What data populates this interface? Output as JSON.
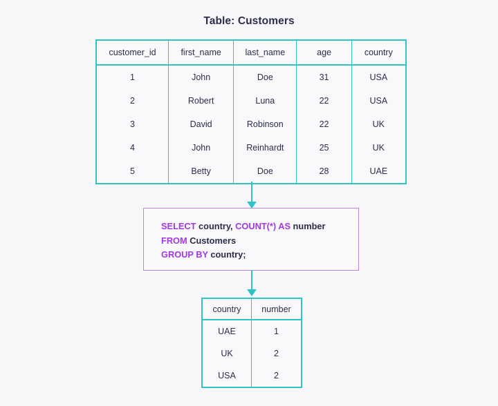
{
  "title": "Table: Customers",
  "colors": {
    "background": "#f7f7fa",
    "table_border": "#2ec4c6",
    "arrow": "#2ec4c6",
    "query_border": "#b985d8",
    "keyword": "#a239e0",
    "text": "#2b2d4a"
  },
  "source_table": {
    "name": "Customers",
    "columns": [
      "customer_id",
      "first_name",
      "last_name",
      "age",
      "country"
    ],
    "rows": [
      [
        "1",
        "John",
        "Doe",
        "31",
        "USA"
      ],
      [
        "2",
        "Robert",
        "Luna",
        "22",
        "USA"
      ],
      [
        "3",
        "David",
        "Robinson",
        "22",
        "UK"
      ],
      [
        "4",
        "John",
        "Reinhardt",
        "25",
        "UK"
      ],
      [
        "5",
        "Betty",
        "Doe",
        "28",
        "UAE"
      ]
    ]
  },
  "query": {
    "line1": {
      "kw1": "SELECT",
      "t1": " country, ",
      "kw2": "COUNT(*) AS",
      "t2": " number"
    },
    "line2": {
      "kw1": "FROM",
      "t1": " Customers"
    },
    "line3": {
      "kw1": "GROUP BY",
      "t1": " country;"
    }
  },
  "result_table": {
    "columns": [
      "country",
      "number"
    ],
    "rows": [
      [
        "UAE",
        "1"
      ],
      [
        "UK",
        "2"
      ],
      [
        "USA",
        "2"
      ]
    ]
  }
}
